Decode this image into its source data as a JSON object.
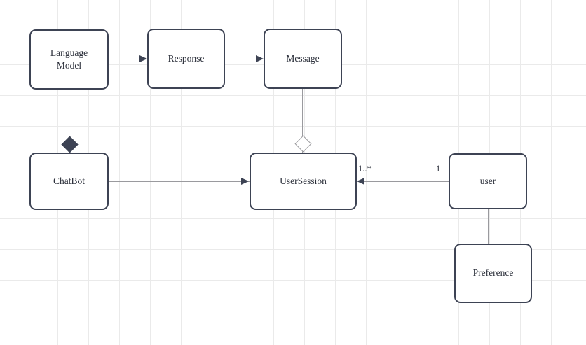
{
  "diagram": {
    "type": "uml-class-diagram",
    "background": "#ffffff",
    "grid_color": "#eaeaea",
    "node_border_color": "#3d4354",
    "edge_color": "#9a9a9e",
    "edge_dark_color": "#3d4354",
    "nodes": [
      {
        "id": "language-model",
        "label": "Language\nModel",
        "line1": "Language",
        "line2": "Model"
      },
      {
        "id": "response",
        "label": "Response"
      },
      {
        "id": "message",
        "label": "Message"
      },
      {
        "id": "chatbot",
        "label": "ChatBot"
      },
      {
        "id": "usersession",
        "label": "UserSession"
      },
      {
        "id": "user",
        "label": "user"
      },
      {
        "id": "preference",
        "label": "Preference"
      }
    ],
    "edges": [
      {
        "id": "language-model-to-response",
        "from": "language-model",
        "to": "response",
        "marker": "arrow"
      },
      {
        "id": "response-to-message",
        "from": "response",
        "to": "message",
        "marker": "arrow"
      },
      {
        "id": "language-model-to-chatbot",
        "from": "language-model",
        "to": "chatbot",
        "marker": "composition"
      },
      {
        "id": "message-to-usersession",
        "from": "message",
        "to": "usersession",
        "marker": "aggregation"
      },
      {
        "id": "chatbot-to-usersession",
        "from": "chatbot",
        "to": "usersession",
        "marker": "arrow"
      },
      {
        "id": "user-to-usersession",
        "from": "user",
        "to": "usersession",
        "marker": "arrow"
      },
      {
        "id": "user-to-preference",
        "from": "user",
        "to": "preference",
        "marker": "none"
      }
    ],
    "multiplicities": [
      {
        "id": "usersession-multiplicity",
        "text": "1..*"
      },
      {
        "id": "user-multiplicity",
        "text": "1"
      }
    ]
  }
}
